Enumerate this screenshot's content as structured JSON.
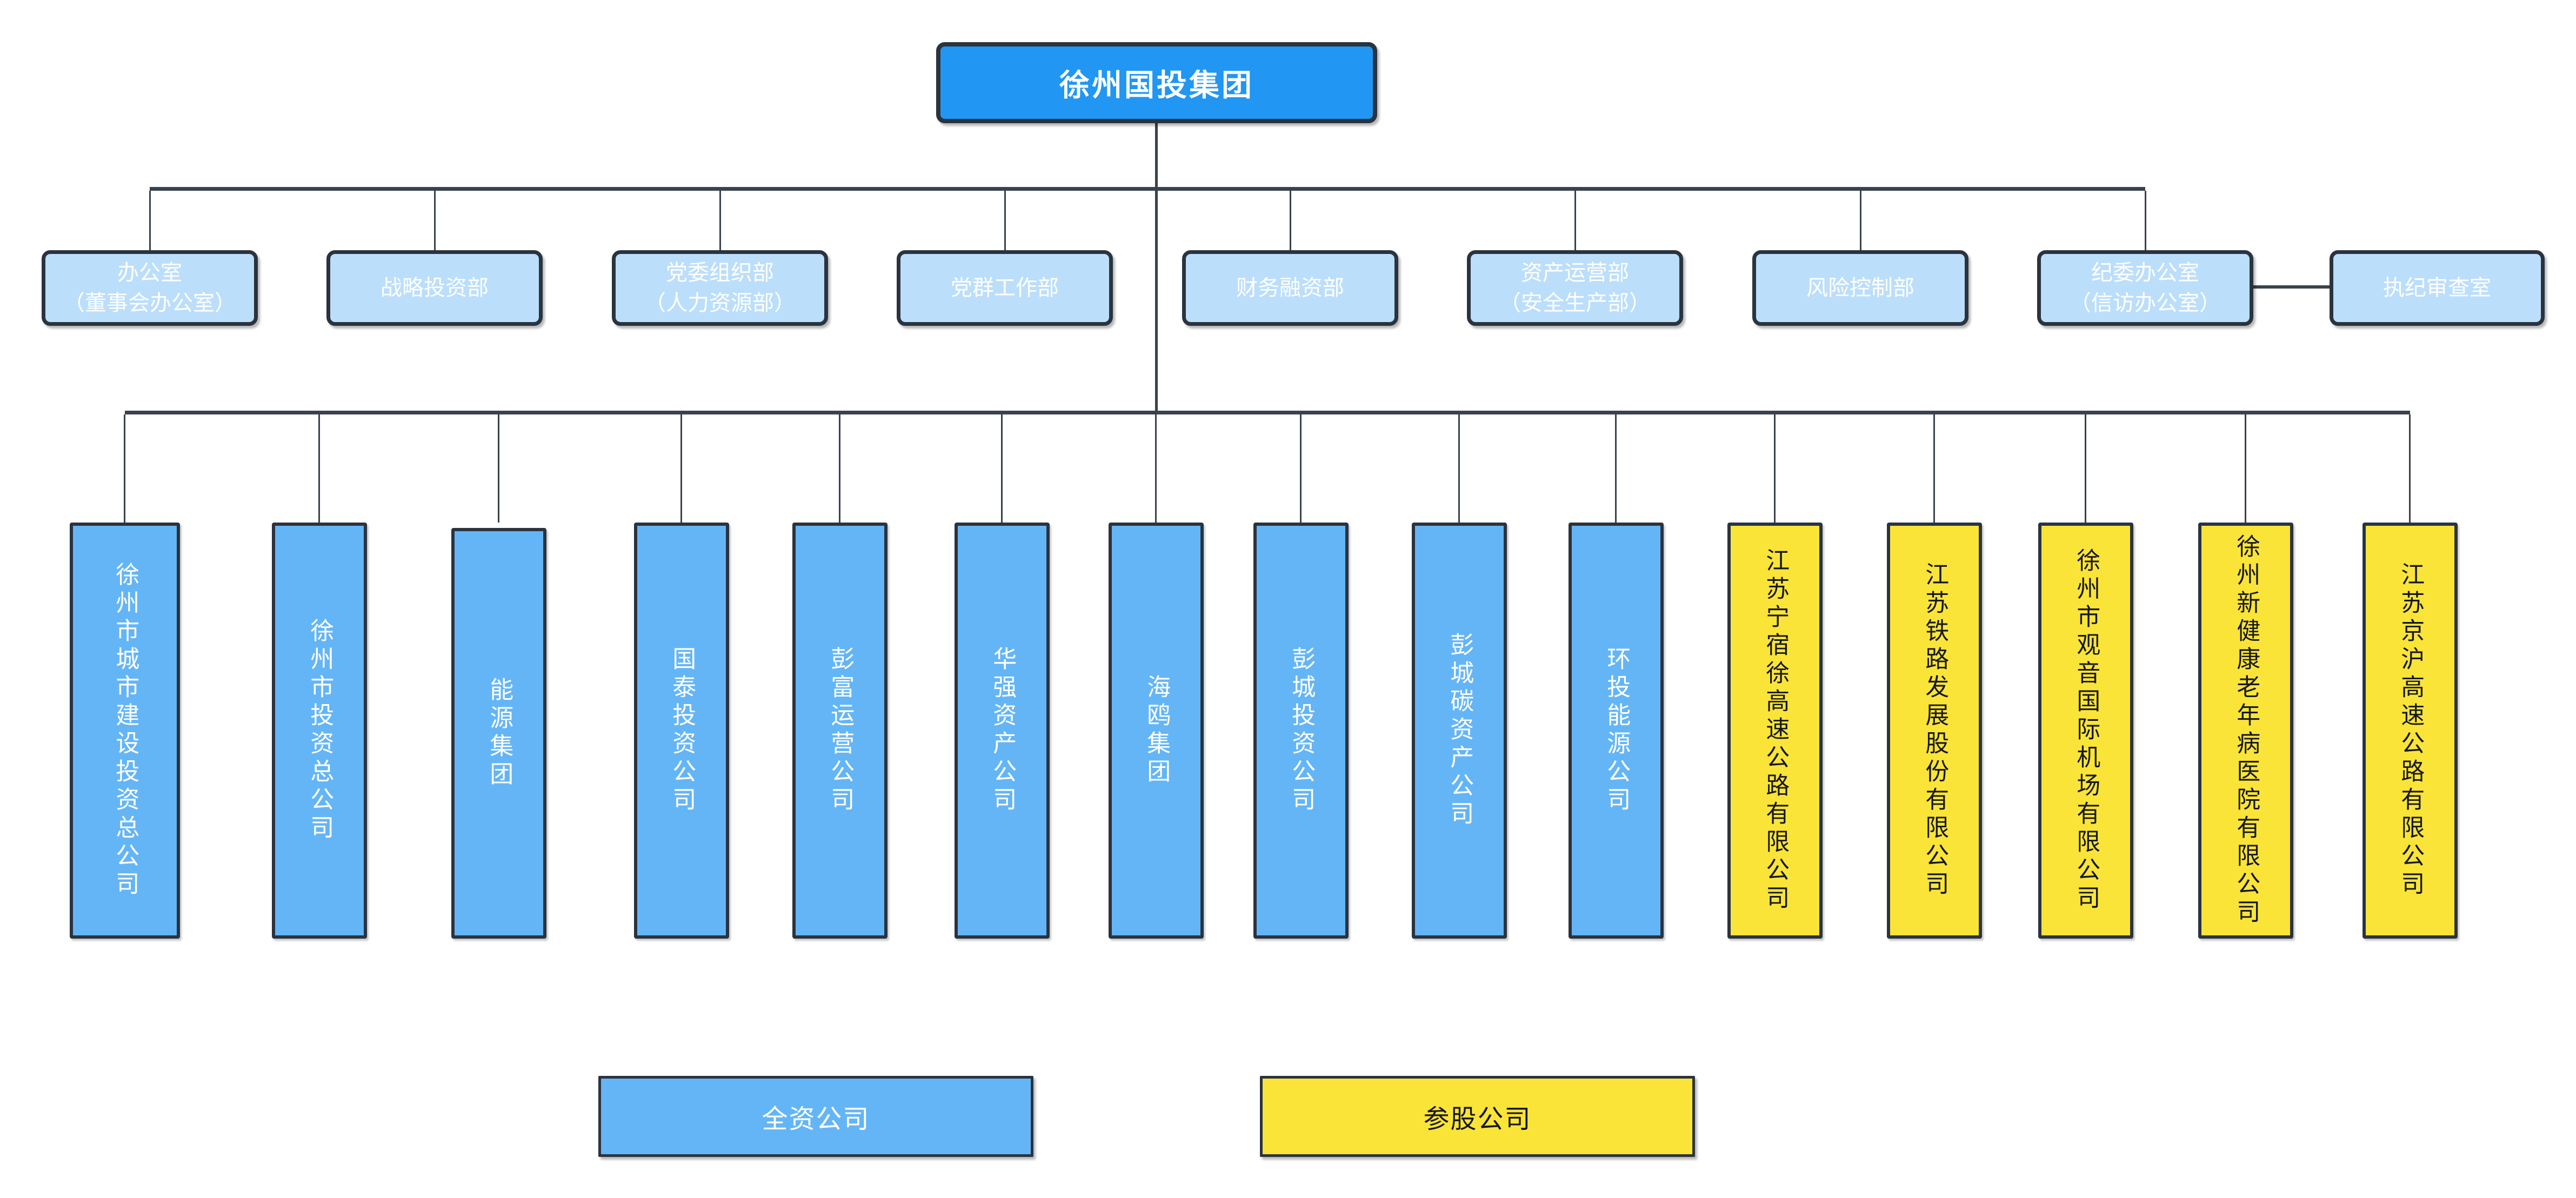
{
  "diagram": {
    "title": "徐州国投集团",
    "departments": [
      {
        "label": "办公室\n（董事会办公室）"
      },
      {
        "label": "战略投资部"
      },
      {
        "label": "党委组织部\n（人力资源部）"
      },
      {
        "label": "党群工作部"
      },
      {
        "label": "财务融资部"
      },
      {
        "label": "资产运营部\n（安全生产部）"
      },
      {
        "label": "风险控制部"
      },
      {
        "label": "纪委办公室\n（信访办公室）"
      },
      {
        "label": "执纪审查室"
      }
    ],
    "companies": [
      {
        "name": "徐州市城市建设投资总公司",
        "type": "全资公司"
      },
      {
        "name": "徐州市投资总公司",
        "type": "全资公司"
      },
      {
        "name": "能源集团",
        "type": "全资公司"
      },
      {
        "name": "国泰投资公司",
        "type": "全资公司"
      },
      {
        "name": "彭富运营公司",
        "type": "全资公司"
      },
      {
        "name": "华强资产公司",
        "type": "全资公司"
      },
      {
        "name": "海鸥集团",
        "type": "全资公司"
      },
      {
        "name": "彭城投资公司",
        "type": "全资公司"
      },
      {
        "name": "彭城碳资产公司",
        "type": "全资公司"
      },
      {
        "name": "环投能源公司",
        "type": "全资公司"
      },
      {
        "name": "江苏宁宿徐高速公路有限公司",
        "type": "参股公司"
      },
      {
        "name": "江苏铁路发展股份有限公司",
        "type": "参股公司"
      },
      {
        "name": "徐州市观音国际机场有限公司",
        "type": "参股公司"
      },
      {
        "name": "徐州新健康老年病医院有限公司",
        "type": "参股公司"
      },
      {
        "name": "江苏京沪高速公路有限公司",
        "type": "参股公司"
      }
    ],
    "legend": [
      {
        "label": "全资公司"
      },
      {
        "label": "参股公司"
      }
    ],
    "colors": {
      "root_fill": "#2196F3",
      "department_fill": "#BBDEFB",
      "wholly_owned_fill": "#64B5F6",
      "equity_fill": "#FBE438",
      "border": "#2A333E",
      "line": "#3A424B"
    }
  }
}
